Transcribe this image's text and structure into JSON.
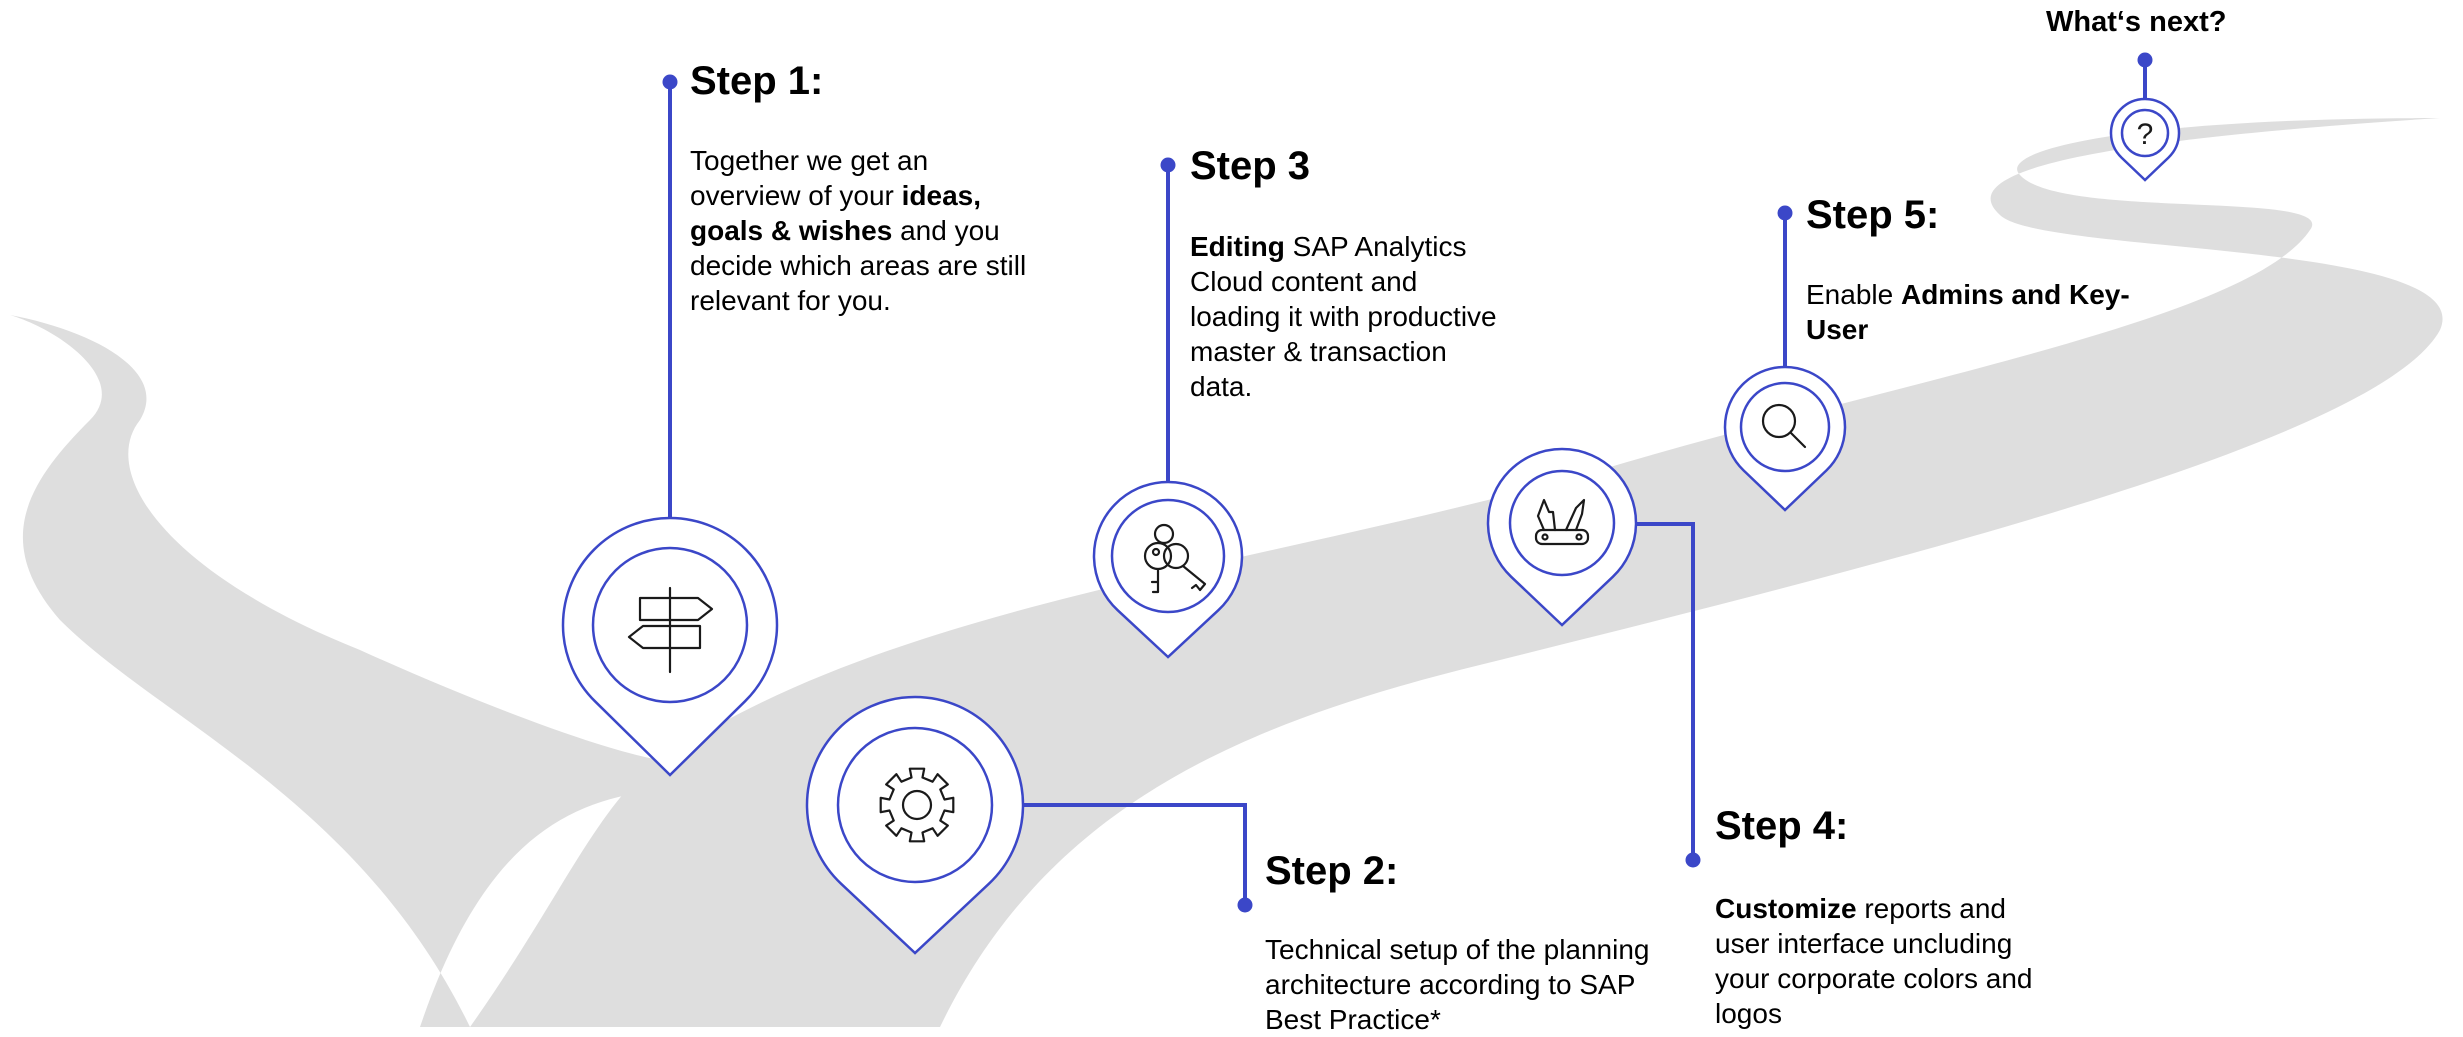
{
  "colors": {
    "accent": "#3b47c8",
    "road": "#dedede",
    "icon_stroke": "#1a1a1a"
  },
  "steps": [
    {
      "title": "Step 1:",
      "desc": [
        {
          "t": "Together we get an overview of your "
        },
        {
          "t": "ideas, goals & wishes",
          "b": true
        },
        {
          "t": " and you decide which areas are still relevant for you."
        }
      ],
      "icon": "signpost-icon"
    },
    {
      "title": "Step 2:",
      "desc": [
        {
          "t": "Technical setup of the planning architecture according to SAP Best Practice*"
        }
      ],
      "icon": "gear-icon"
    },
    {
      "title": "Step 3",
      "desc": [
        {
          "t": "Editing",
          "b": true
        },
        {
          "t": " SAP Analytics Cloud content and loading it with productive master & transaction data."
        }
      ],
      "icon": "keys-icon"
    },
    {
      "title": "Step 4:",
      "desc": [
        {
          "t": "Customize",
          "b": true
        },
        {
          "t": " reports and user interface uncluding your corporate colors and logos"
        }
      ],
      "icon": "swiss-knife-icon"
    },
    {
      "title": "Step 5:",
      "desc": [
        {
          "t": "Enable "
        },
        {
          "t": "Admins and Key-User",
          "b": true
        }
      ],
      "icon": "magnifier-icon"
    }
  ],
  "next": {
    "title": "What‘s next?",
    "icon": "question-mark-icon",
    "glyph": "?"
  }
}
